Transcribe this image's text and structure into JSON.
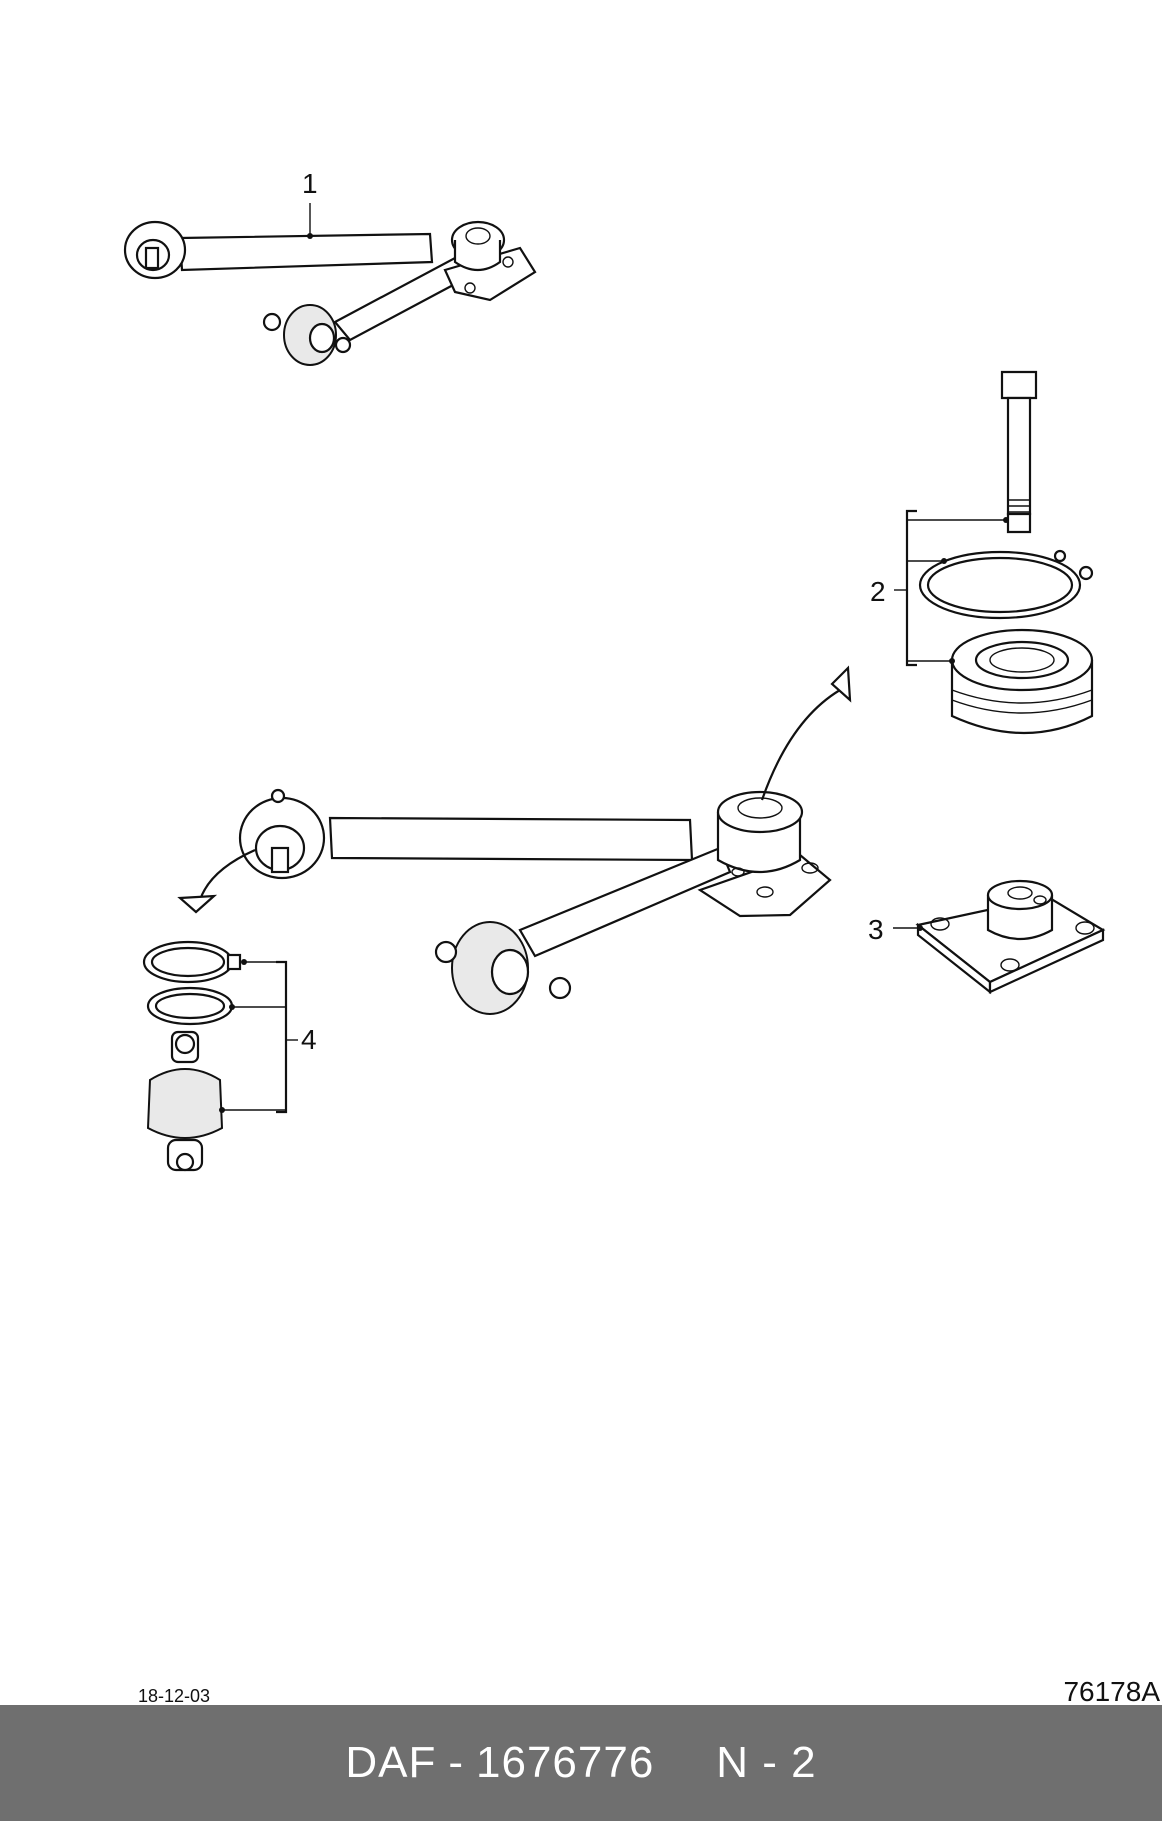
{
  "callouts": [
    "1",
    "2",
    "3",
    "4"
  ],
  "date": "18-12-03",
  "drawing_number": "76178A",
  "footer": {
    "brand": "DAF",
    "separator": "-",
    "part_number": "1676776",
    "section": "N - 2"
  }
}
